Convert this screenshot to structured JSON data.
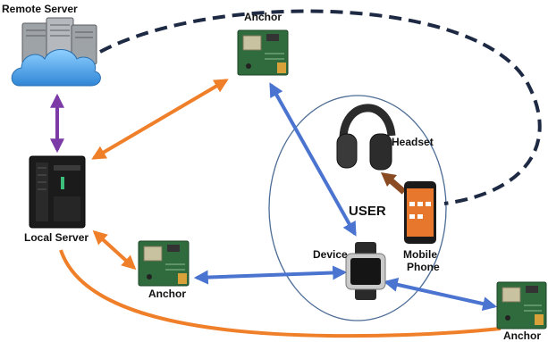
{
  "labels": {
    "remote_server": "Remote Server",
    "local_server": "Local Server",
    "anchor_top": "Anchor",
    "anchor_left": "Anchor",
    "anchor_right": "Anchor",
    "headset": "Headset",
    "user": "USER",
    "device": "Device",
    "mobile_line1": "Mobile",
    "mobile_line2": "Phone"
  },
  "colors": {
    "orange_link": "#f07f2a",
    "blue_link": "#4a74cf",
    "purple_link": "#7b3aa6",
    "dashed_link": "#1e2a44",
    "brown_link": "#8a4a22",
    "user_ellipse": "#4d6d96",
    "board_green": "#2f6b3c"
  },
  "icons": {
    "remote_server": "cloud-server-icon",
    "local_server": "tower-server-icon",
    "anchor": "circuit-board-icon",
    "headset": "headphones-icon",
    "device": "smartwatch-icon",
    "mobile": "smartphone-icon"
  }
}
